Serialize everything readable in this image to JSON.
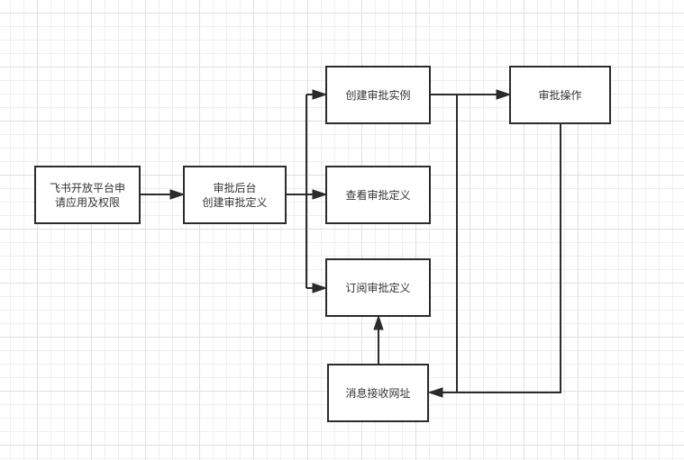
{
  "diagram": {
    "type": "flowchart",
    "nodes": [
      {
        "id": "apply",
        "lines": [
          "飞书开放平台申",
          "请应用及权限"
        ]
      },
      {
        "id": "backend",
        "lines": [
          "审批后台",
          "创建审批定义"
        ]
      },
      {
        "id": "create_instance",
        "lines": [
          "创建审批实例"
        ]
      },
      {
        "id": "view_definition",
        "lines": [
          "查看审批定义"
        ]
      },
      {
        "id": "subscribe_definition",
        "lines": [
          "订阅审批定义"
        ]
      },
      {
        "id": "approval_action",
        "lines": [
          "审批操作"
        ]
      },
      {
        "id": "callback_url",
        "lines": [
          "消息接收网址"
        ]
      }
    ],
    "edges": [
      {
        "from": "apply",
        "to": "backend"
      },
      {
        "from": "backend",
        "to": "create_instance"
      },
      {
        "from": "backend",
        "to": "view_definition"
      },
      {
        "from": "backend",
        "to": "subscribe_definition"
      },
      {
        "from": "create_instance",
        "to": "approval_action"
      },
      {
        "from": "create_instance",
        "to": "callback_url"
      },
      {
        "from": "approval_action",
        "to": "callback_url"
      },
      {
        "from": "callback_url",
        "to": "subscribe_definition"
      }
    ],
    "colors": {
      "stroke": "#2b2b2b",
      "text": "#333333",
      "grid_minor": "#efefef",
      "grid_major": "#e0e0e0",
      "background": "#ffffff"
    }
  }
}
